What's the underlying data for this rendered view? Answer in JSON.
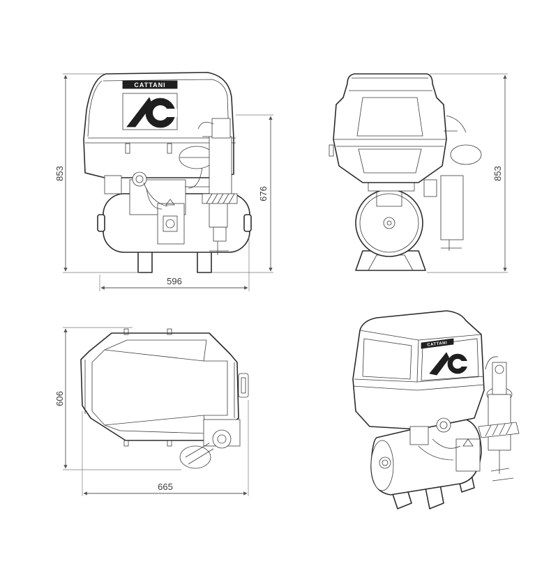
{
  "brand": {
    "name": "CATTANI",
    "logo_glyph": "C"
  },
  "dimensions": {
    "front_height": "853",
    "front_side_height": "676",
    "front_width": "596",
    "side_height": "853",
    "top_depth": "606",
    "top_width": "665"
  },
  "colors": {
    "line": "#2b2b2b",
    "dimension": "#555555",
    "background": "#ffffff"
  }
}
